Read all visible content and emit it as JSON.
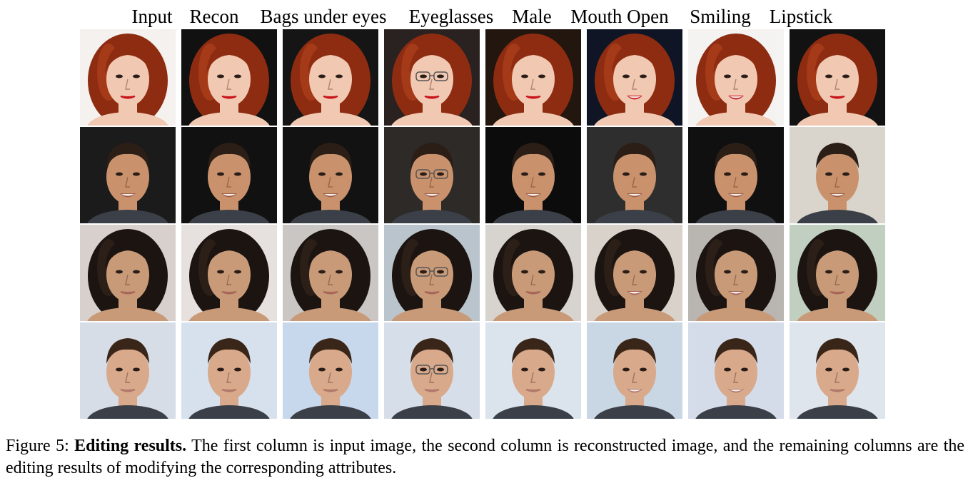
{
  "figure": {
    "column_labels": [
      "Input",
      "Recon",
      "Bags under eyes",
      "Eyeglasses",
      "Male",
      "Mouth Open",
      "Smiling",
      "Lipstick"
    ],
    "rows": [
      {
        "subject": "red-haired woman",
        "hair": "#8e2c12",
        "hair_light": "#b4441c",
        "skin": "#f1c9b2",
        "lip": "#c8141c",
        "backgrounds": [
          "#f4f1ef",
          "#111111",
          "#151515",
          "#2a2220",
          "#23160f",
          "#0f1525",
          "#f5f3f2",
          "#121212"
        ]
      },
      {
        "subject": "smiling man with short dark hair",
        "hair": "#2b1e16",
        "hair_light": "#4a3424",
        "skin": "#c9926d",
        "lip": "#9c5a48",
        "backgrounds": [
          "#1b1b1b",
          "#111111",
          "#121212",
          "#2d2a28",
          "#0c0c0c",
          "#2e2e2e",
          "#101010",
          "#d9d4cc"
        ]
      },
      {
        "subject": "woman with long dark hair",
        "hair": "#1c1411",
        "hair_light": "#35261e",
        "skin": "#c99a78",
        "lip": "#a8665a",
        "backgrounds": [
          "#d8d0cc",
          "#e6e1de",
          "#c9c6c4",
          "#b9c4cc",
          "#d7d3ce",
          "#d8d2ca",
          "#b9b6b2",
          "#c1cfc0"
        ]
      },
      {
        "subject": "man with short brown hair",
        "hair": "#3a2618",
        "hair_light": "#5a3c26",
        "skin": "#d8a98a",
        "lip": "#b0776a",
        "backgrounds": [
          "#d6dde6",
          "#d7e1ee",
          "#c8d8ec",
          "#d6dfe9",
          "#dbe3ec",
          "#c9d6e4",
          "#d3dce8",
          "#dfe5ec"
        ]
      }
    ],
    "caption": {
      "label": "Figure 5:",
      "bold": "Editing results.",
      "text": "The first column is input image, the second column is reconstructed image, and the remaining columns are the editing results of modifying the corresponding attributes."
    }
  }
}
